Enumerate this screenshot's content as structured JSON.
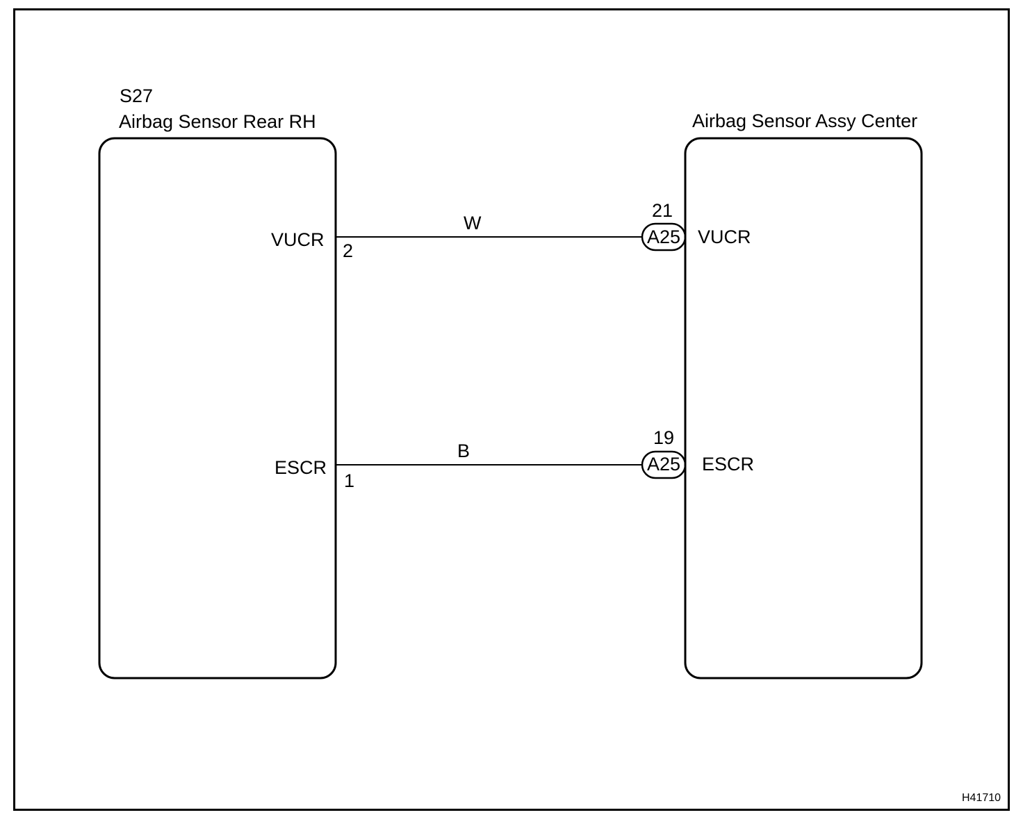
{
  "left_component": {
    "code": "S27",
    "name": "Airbag Sensor Rear RH",
    "pins": [
      {
        "label": "VUCR",
        "number": "2"
      },
      {
        "label": "ESCR",
        "number": "1"
      }
    ]
  },
  "right_component": {
    "name": "Airbag Sensor Assy Center",
    "pins": [
      {
        "label": "VUCR",
        "number": "21",
        "connector": "A25"
      },
      {
        "label": "ESCR",
        "number": "19",
        "connector": "A25"
      }
    ]
  },
  "wires": [
    {
      "color": "W"
    },
    {
      "color": "B"
    }
  ],
  "figure_id": "H41710"
}
